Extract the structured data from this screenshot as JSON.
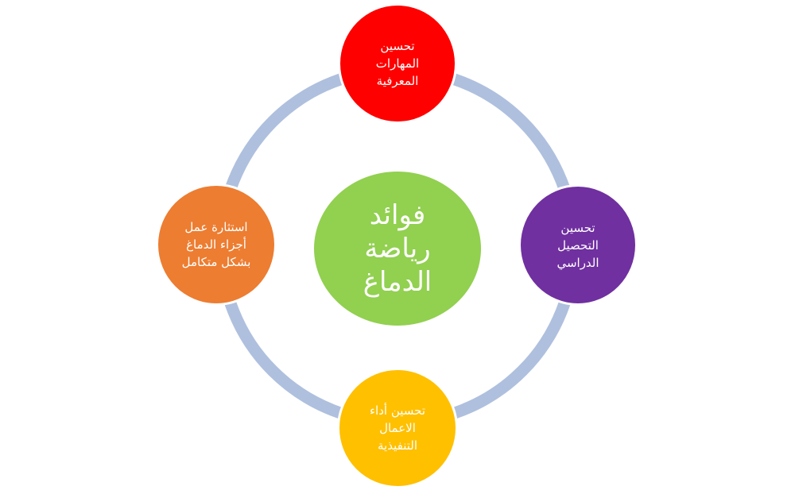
{
  "colors": {
    "ring": "#AFC0DE",
    "center": "#92D050",
    "top": "#FF0000",
    "right": "#7030A0",
    "bottom": "#FFC000",
    "left": "#ED7D31",
    "text": "#FFFFFF"
  },
  "center": {
    "label": "فوائد\nرياضة\nالدماغ"
  },
  "nodes": {
    "top": {
      "label": "تحسين\nالمهارات\nالمعرفية"
    },
    "right": {
      "label": "تحسين\nالتحصيل\nالدراسي"
    },
    "bottom": {
      "label": "تحسين أداء\nالاعمال\nالتنفيذية"
    },
    "left": {
      "label": "استثارة عمل\nأجزاء الدماغ\nبشكل متكامل"
    }
  }
}
